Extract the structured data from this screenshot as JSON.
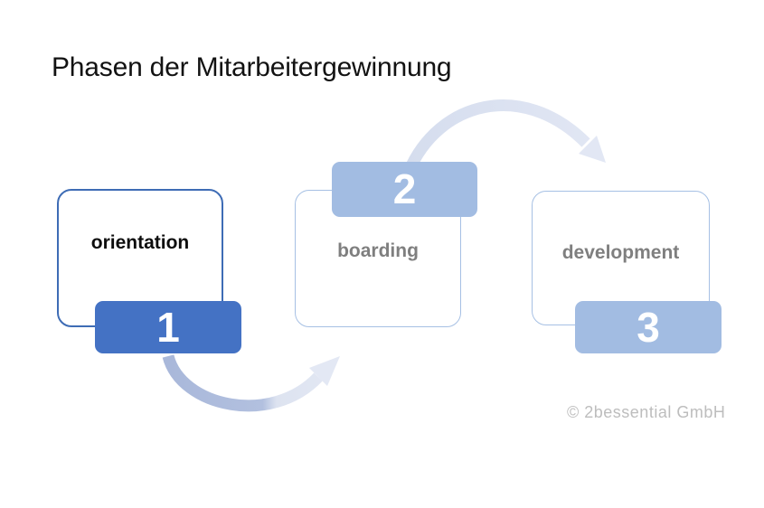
{
  "page": {
    "background_color": "#ffffff",
    "title": "Phasen der Mitarbeitergewinnung",
    "copyright": "© 2bessential GmbH"
  },
  "diagram": {
    "type": "process-flow",
    "phase_count": 3,
    "phases": [
      {
        "number": "1",
        "label": "orientation",
        "emphasis": "primary",
        "label_color": "#0d0d0d",
        "box_border_color": "#3e6cb5",
        "badge_color": "#4472c4",
        "badge_text_color": "#ffffff",
        "badge_position": "bottom-overlap"
      },
      {
        "number": "2",
        "label": "boarding",
        "emphasis": "secondary",
        "label_color": "#7f7f7f",
        "box_border_color": "#a6c0e4",
        "badge_color": "#a2bce2",
        "badge_text_color": "#ffffff",
        "badge_position": "top-overlap"
      },
      {
        "number": "3",
        "label": "development",
        "emphasis": "secondary",
        "label_color": "#7f7f7f",
        "box_border_color": "#a6c0e4",
        "badge_color": "#a2bce2",
        "badge_text_color": "#ffffff",
        "badge_position": "bottom-overlap"
      }
    ],
    "arrows": [
      {
        "name": "arrow-1-to-2",
        "from_phase": "1",
        "to_phase": "2",
        "shape": "curve-dips-down-then-up-right",
        "color_start": "#a9b8da",
        "color_end": "#e3e8f4"
      },
      {
        "name": "arrow-2-to-3",
        "from_phase": "2",
        "to_phase": "3",
        "shape": "curve-arcs-up-then-down-right",
        "color_start": "#d5ddee",
        "color_end": "#e2e7f4"
      }
    ]
  }
}
